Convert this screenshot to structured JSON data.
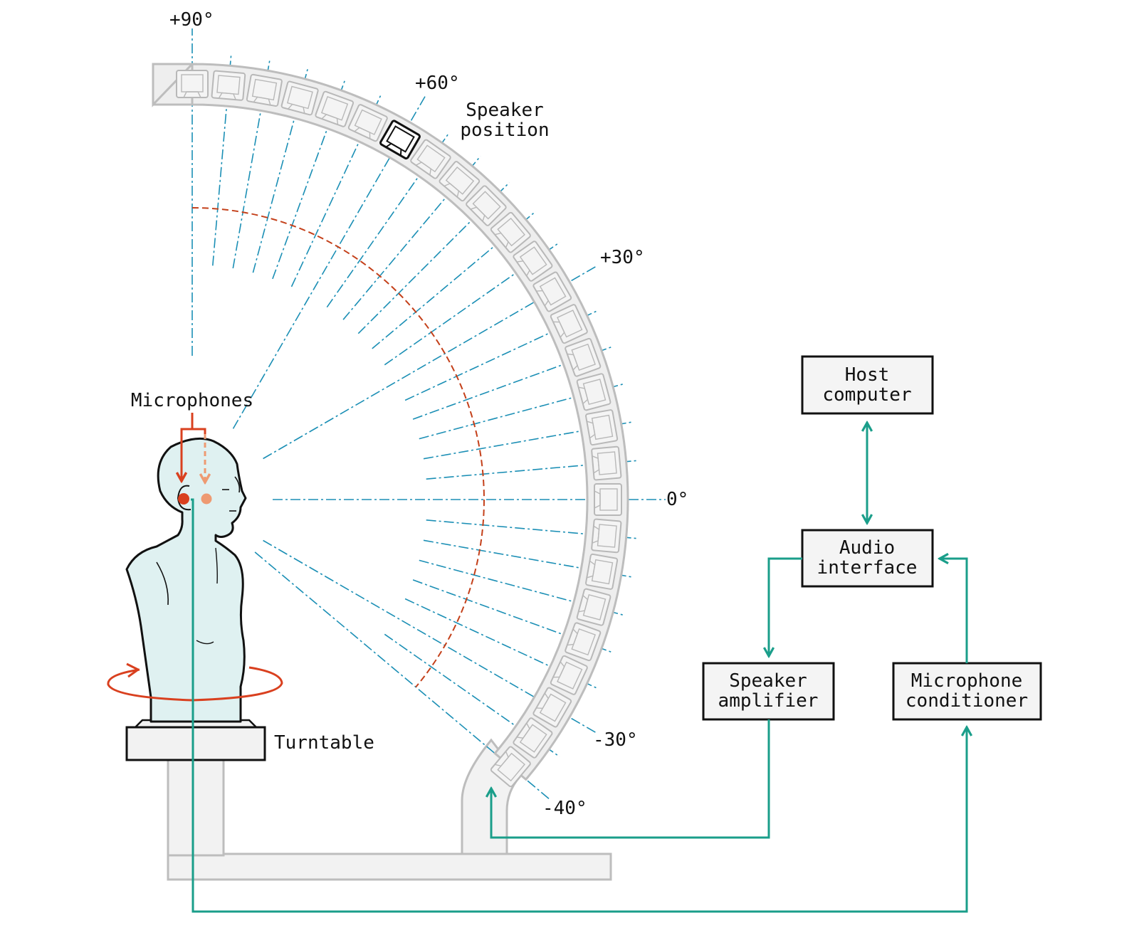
{
  "angles": [
    {
      "id": "p90",
      "label": "+90°",
      "deg": 90
    },
    {
      "id": "p60",
      "label": "+60°",
      "deg": 60
    },
    {
      "id": "p30",
      "label": "+30°",
      "deg": 30
    },
    {
      "id": "zero",
      "label": "0°",
      "deg": 0
    },
    {
      "id": "m30",
      "label": "-30°",
      "deg": -30
    },
    {
      "id": "m40",
      "label": "-40°",
      "deg": -40
    }
  ],
  "labels": {
    "speaker_position": [
      "Speaker",
      "position"
    ],
    "microphones": "Microphones",
    "turntable": "Turntable"
  },
  "blocks": {
    "host_computer": [
      "Host",
      "computer"
    ],
    "audio_interface": [
      "Audio",
      "interface"
    ],
    "speaker_amplifier": [
      "Speaker",
      "amplifier"
    ],
    "microphone_conditioner": [
      "Microphone",
      "conditioner"
    ]
  },
  "speaker_angles_deg": [
    -40,
    -35,
    -30,
    -25,
    -20,
    -15,
    -10,
    -5,
    0,
    5,
    10,
    15,
    20,
    25,
    30,
    35,
    40,
    45,
    50,
    55,
    60,
    65,
    70,
    75,
    80,
    85,
    90
  ],
  "highlighted_speaker_deg": 60,
  "colors": {
    "signal": "#1a9e8a",
    "axis": "#1b8fb5",
    "mic": "#d9401f",
    "mic_light": "#ee9a72",
    "arc_gray": "#bdbdbd",
    "arc_fill": "#eeeeee",
    "head_fill": "#dff1f1"
  }
}
